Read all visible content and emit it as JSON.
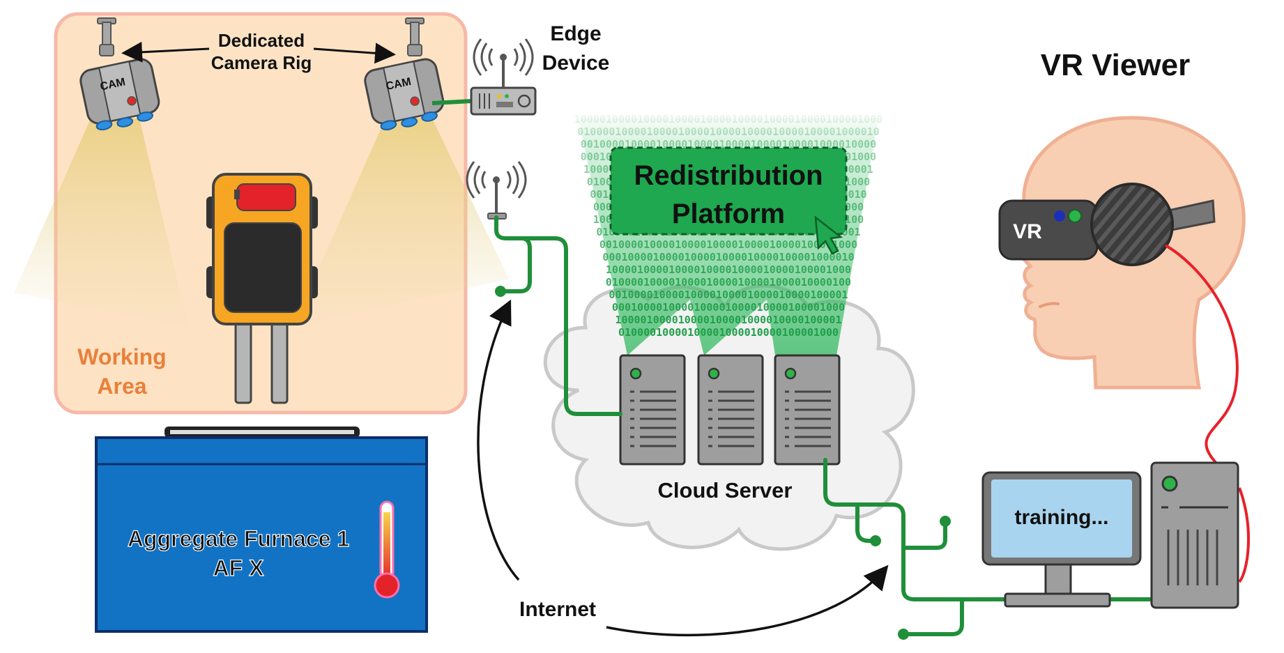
{
  "labels": {
    "camera_rig": [
      "Dedicated",
      "Camera Rig"
    ],
    "edge_device": [
      "Edge",
      "Device"
    ],
    "working_area": [
      "Working",
      "Area"
    ],
    "furnace": [
      "Aggregate Furnace 1",
      "AF X"
    ],
    "platform": [
      "Redistribution",
      "Platform"
    ],
    "cloud_server": "Cloud Server",
    "internet": "Internet",
    "vr_viewer": "VR Viewer",
    "vr_headset": "VR",
    "training_status": "training...",
    "cam_left": "CAM",
    "cam_right": "CAM"
  },
  "binary_rows": [
    "1000010000100001000010000100001000010000100001000",
    "0100001000010000100001000010000100001000010000100",
    "0010000100001000010000100001000010000100001000010",
    "0001000010000100001000010000100001000010000100001",
    "1000010000100001000010000100001000010000100001000",
    "0100001000010000100001000010000100001000010000100",
    "0010000100001000010000100001000010000100001000010",
    "0001000010000100001000010000100001000010000100001",
    "1000010000100001000010000100001000010000100001000",
    "0100001000010000100001000010000100001000010000100",
    "0010000100001000010000100001000010000100001000010",
    "0001000010000100001000010000100001000010000100001",
    "1000010000100001000010000100001000010000100001000",
    "0100001000010000100001000010000100001000010000100",
    "0010000100001000010000100001000010000100001000010",
    "0001000010000100001000010000100001000010000100001",
    "1000010000100001000010000100001000010000100001000",
    "0100001000010000100001000010000100001000010000100"
  ],
  "colors": {
    "network_green": "#1f8f3a",
    "beam_green": "#2eb85c",
    "platform_green": "#1fa84f",
    "working_area_fill": "#fde3c4",
    "working_area_border": "#f7b8a8",
    "working_area_text": "#e8803a",
    "furnace_blue": "#1273c4",
    "robot_orange": "#f6a623",
    "skin": "#f8cfb2",
    "vr_cable_red": "#e8202a",
    "monitor_screen": "#a9d4ef"
  }
}
